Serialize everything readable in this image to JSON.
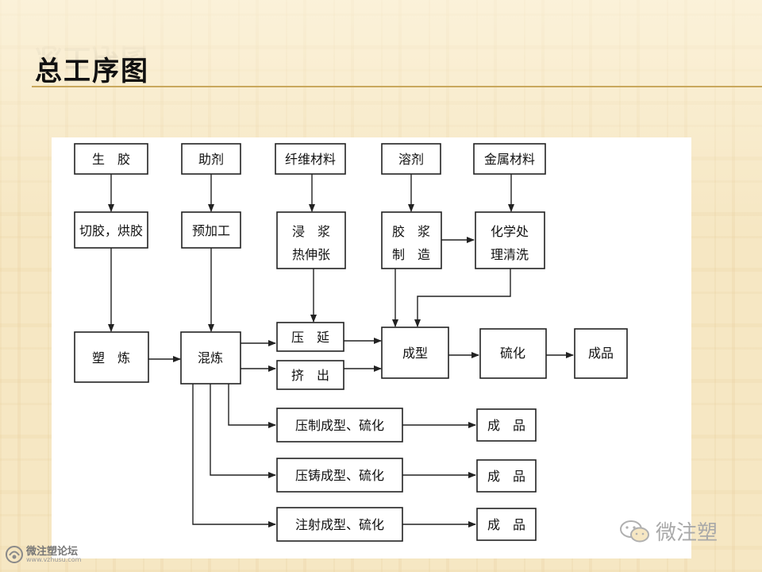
{
  "slide": {
    "title": "总工序图"
  },
  "diagram": {
    "nodes": {
      "raw_rubber": "生　胶",
      "additive": "助剂",
      "fiber": "纤维材料",
      "solvent": "溶剂",
      "metal": "金属材料",
      "cut_dry": "切胶，烘胶",
      "preprocess": "预加工",
      "impregnate": [
        "浸　浆",
        "热伸张"
      ],
      "cement": [
        "胶　浆",
        "制　造"
      ],
      "chem_clean": [
        "化学处",
        "理清洗"
      ],
      "plasticate": "塑　炼",
      "mixing": "混炼",
      "calendering": "压　延",
      "extrusion": "挤　出",
      "forming": "成型",
      "vulcanization": "硫化",
      "product_main": "成品",
      "press_mold": "压制成型、硫化",
      "cast_mold": "压铸成型、硫化",
      "inject_mold": "注射成型、硫化",
      "product_1": "成　品",
      "product_2": "成　品",
      "product_3": "成　品"
    }
  },
  "watermarks": {
    "brand": "微注塑",
    "forum_name": "微注塑论坛",
    "forum_url": "www.vzhusu.com"
  }
}
